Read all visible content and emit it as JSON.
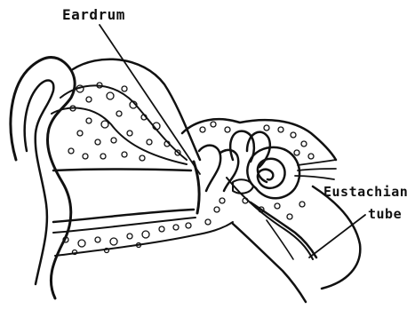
{
  "diagram": {
    "labels": {
      "eardrum": "Eardrum",
      "eustachian_line1": "Eustachian",
      "eustachian_line2": "tube"
    },
    "colors": {
      "ink": "#111111",
      "background": "#ffffff"
    }
  }
}
